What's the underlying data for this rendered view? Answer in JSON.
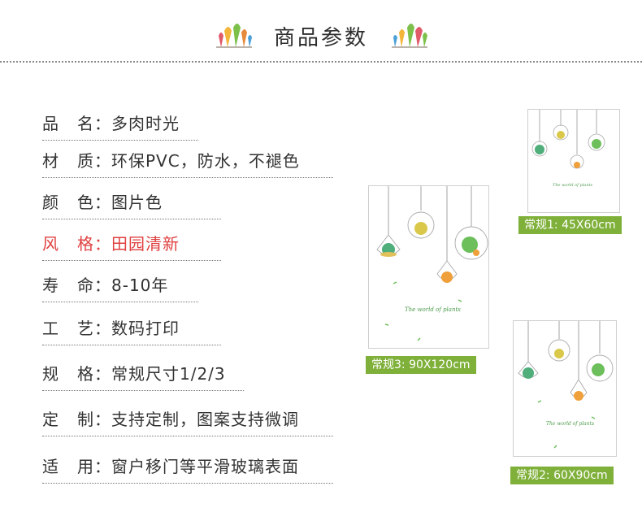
{
  "header": {
    "title": "商品参数"
  },
  "specs": [
    {
      "label1": "品",
      "label2": "名：",
      "value": "多肉时光",
      "highlight": true
    },
    {
      "label1": "材",
      "label2": "质：",
      "value": "环保PVC，防水，不褪色",
      "highlight": false
    },
    {
      "label1": "颜",
      "label2": "色：",
      "value": "图片色",
      "highlight": false
    },
    {
      "label1": "风",
      "label2": "格：",
      "value": "田园清新",
      "highlight": true
    },
    {
      "label1": "寿",
      "label2": "命：",
      "value": "8-10年",
      "highlight": false
    },
    {
      "label1": "工",
      "label2": "艺：",
      "value": "数码打印",
      "highlight": false
    },
    {
      "label1": "规",
      "label2": "格：",
      "value": "常规尺寸1/2/3",
      "highlight": false
    },
    {
      "label1": "定",
      "label2": "制：",
      "value": "支持定制，图案支持微调",
      "highlight": false
    },
    {
      "label1": "适",
      "label2": "用：",
      "value": "窗户移门等平滑玻璃表面",
      "highlight": false
    }
  ],
  "products": [
    {
      "caption": "常规1: 45X60cm",
      "art_text": "The world of plants"
    },
    {
      "caption": "常规3: 90X120cm",
      "art_text": "The world of plants"
    },
    {
      "caption": "常规2: 60X90cm",
      "art_text": "The world of plants"
    }
  ],
  "colors": {
    "accent_red": "#e04040",
    "tag_green": "#7fb03a",
    "succulent_green": "#4fae7a",
    "succulent_orange": "#f0a03a"
  }
}
